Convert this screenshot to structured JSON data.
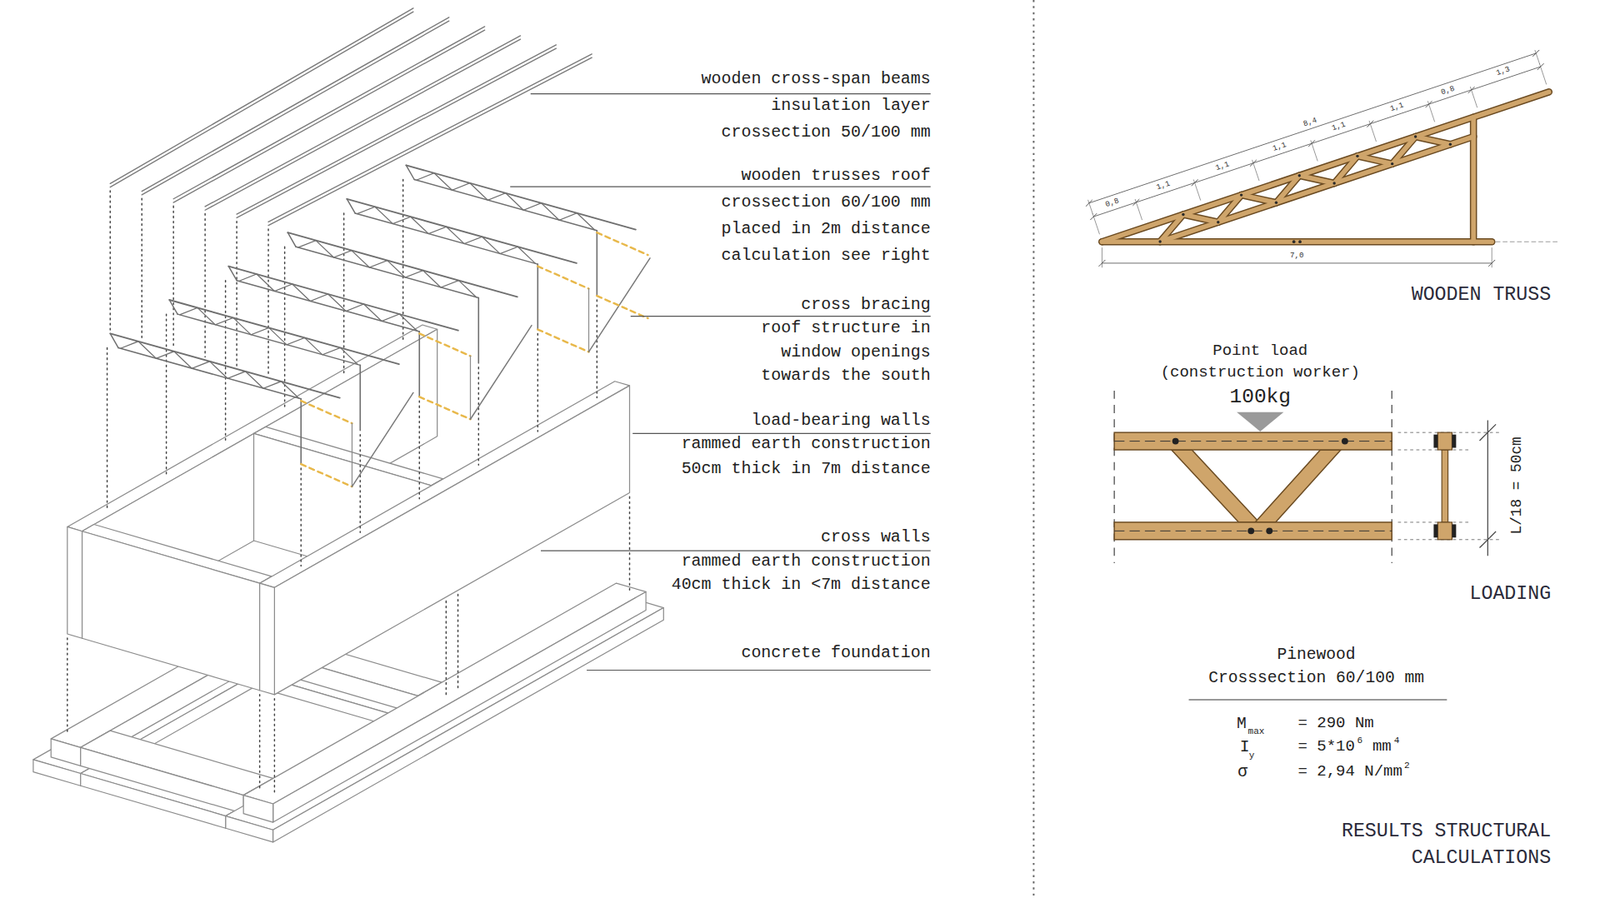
{
  "diagram": {
    "labels": [
      "wooden cross-span beams",
      "insulation layer",
      "crossection 50/100 mm",
      "wooden trusses roof",
      "crossection 60/100 mm",
      "placed in 2m distance",
      "calculation see right",
      "cross bracing",
      "roof structure in",
      "window openings",
      "towards the south",
      "load-bearing walls",
      "rammed earth construction",
      "50cm thick in 7m distance",
      "cross walls",
      "rammed earth construction",
      "40cm thick in <7m distance",
      "concrete foundation",
      "0,8",
      "1,1",
      "1,1",
      "1,1",
      "8,4",
      "1,1",
      "1,1",
      "0,8",
      "1,3",
      "7,0",
      "WOODEN TRUSS",
      "Point load",
      "(construction worker)",
      "100kg",
      "L/18 = 50cm",
      "LOADING",
      "Pinewood",
      "Crosssection 60/100 mm",
      "M",
      "max",
      "= 290 Nm",
      "I",
      "y",
      "= 5*10",
      "6",
      "mm",
      "4",
      "σ",
      "= 2,94 N/mm",
      "2",
      "RESULTS STRUCTURAL",
      "CALCULATIONS"
    ]
  }
}
